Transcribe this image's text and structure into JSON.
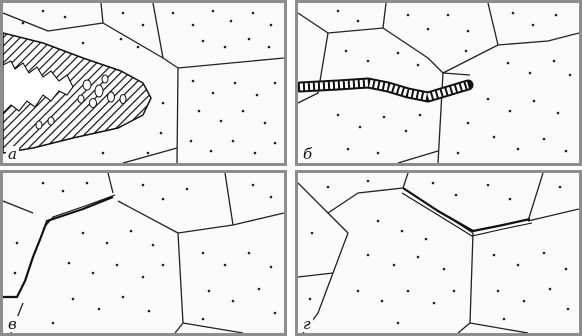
{
  "panels": [
    {
      "id": "a",
      "label": "а"
    },
    {
      "id": "b",
      "label": "б"
    },
    {
      "id": "v",
      "label": "в"
    },
    {
      "id": "g",
      "label": "г"
    }
  ]
}
